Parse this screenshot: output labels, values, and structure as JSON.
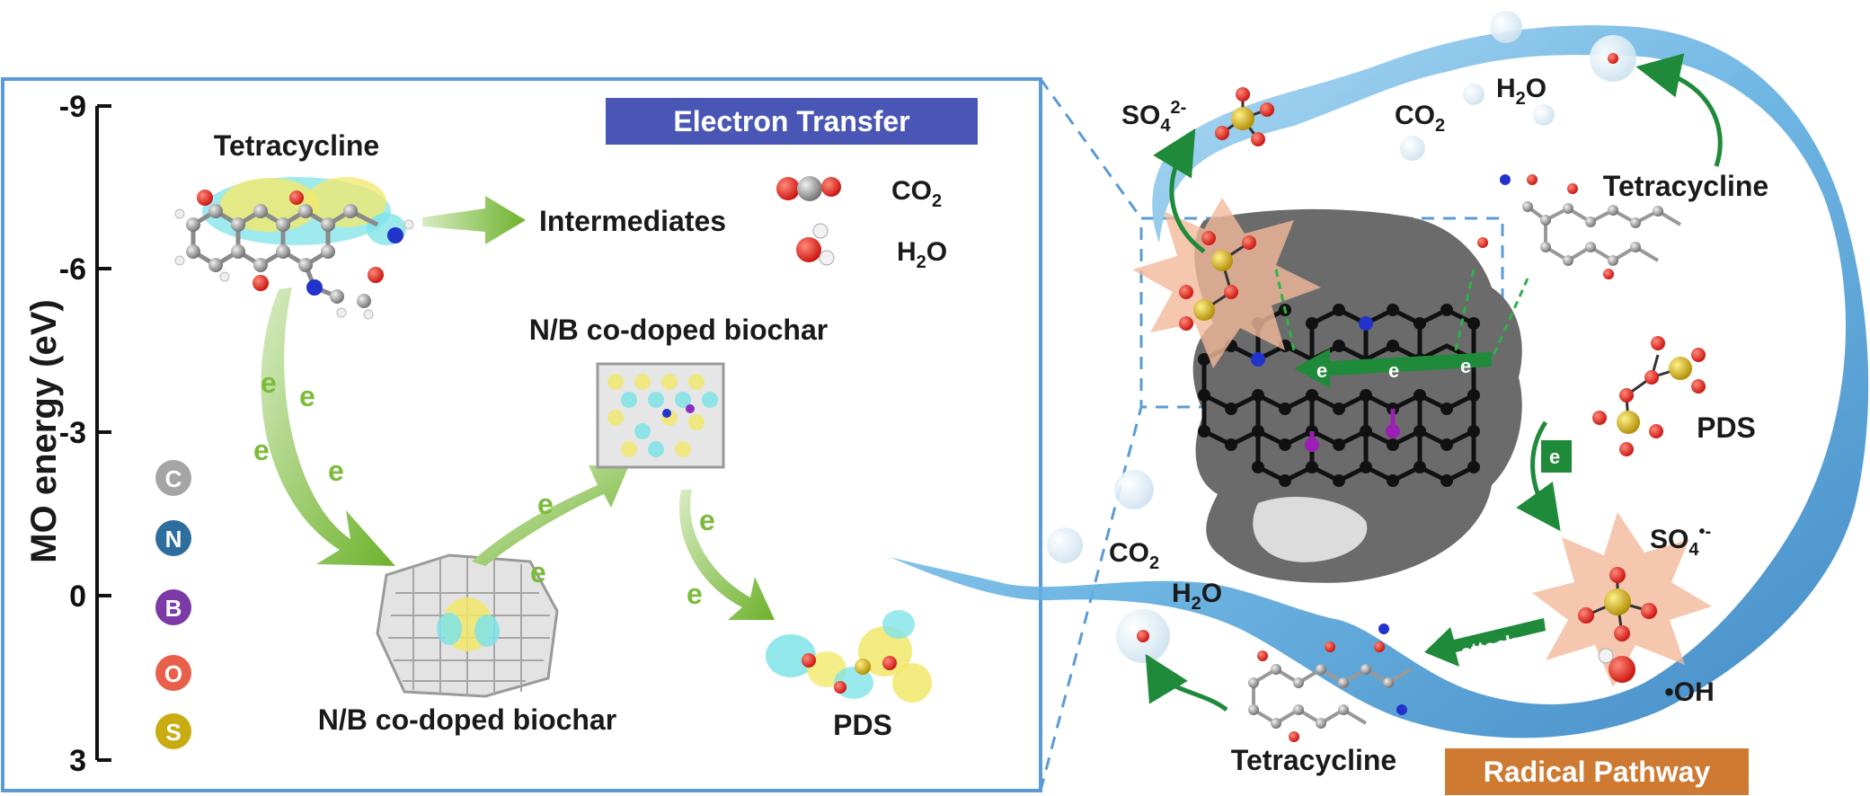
{
  "y_axis": {
    "label": "MO energy (eV)",
    "ticks": [
      "-9",
      "-6",
      "-3",
      "0",
      "3"
    ]
  },
  "left_panel": {
    "title": "Electron Transfer",
    "tetracycline_label": "Tetracycline",
    "intermediates_label": "Intermediates",
    "co2_label": "CO",
    "co2_sub": "2",
    "h2o_label_h": "H",
    "h2o_sub": "2",
    "h2o_label_o": "O",
    "biochar_top_label": "N/B co-doped biochar",
    "biochar_bottom_label": "N/B co-doped biochar",
    "pds_label": "PDS",
    "electron_label": "e"
  },
  "legend": [
    {
      "letter": "C",
      "color": "#a5a5a5"
    },
    {
      "letter": "N",
      "color": "#2e6e9e"
    },
    {
      "letter": "B",
      "color": "#7b3aa6"
    },
    {
      "letter": "O",
      "color": "#e8604a"
    },
    {
      "letter": "S",
      "color": "#c9ab12"
    }
  ],
  "right_panel": {
    "so4_top": "SO",
    "so4_top_sub": "4",
    "so4_top_sup": "2-",
    "co2_top": "CO",
    "co2_top_sub": "2",
    "h2o_top_h": "H",
    "h2o_top_sub": "2",
    "h2o_top_o": "O",
    "tetracycline_top": "Tetracycline",
    "pds": "PDS",
    "so4_radical": "SO",
    "so4_radical_sub": "4",
    "so4_radical_sup": "•-",
    "oh_radical": "•OH",
    "co2_bottom": "CO",
    "co2_bottom_sub": "2",
    "h2o_bottom_h": "H",
    "h2o_bottom_sub": "2",
    "h2o_bottom_o": "O",
    "tetracycline_bottom": "Tetracycline",
    "attack": "attack",
    "radical_banner": "Radical Pathway"
  },
  "colors": {
    "panel_border": "#5b9bd5",
    "banner_blue": "#4a56b5",
    "banner_orange": "#cf7a33",
    "arrow_green": "#7dbb3c",
    "dark_green": "#1e8a3a",
    "water": "#6fb8e6",
    "biochar_gray": "#6b6b6b"
  }
}
